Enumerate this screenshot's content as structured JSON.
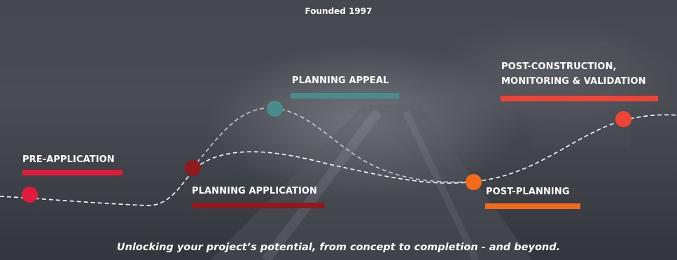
{
  "header": {
    "founded": "Founded 1997"
  },
  "stages": {
    "pre_application": {
      "label": "PRE-APPLICATION",
      "color": "#e01b3b"
    },
    "planning_application": {
      "label": "PLANNING APPLICATION",
      "color": "#8e1a1d"
    },
    "planning_appeal": {
      "label": "PLANNING APPEAL",
      "color": "#4a8c8c"
    },
    "post_planning": {
      "label": "POST-PLANNING",
      "color": "#f26a1b"
    },
    "post_construction": {
      "label_line1": "POST-CONSTRUCTION,",
      "label_line2": "MONITORING & VALIDATION",
      "color": "#ee4437"
    }
  },
  "footer": {
    "tagline": "Unlocking your project’s potential, from concept to completion - and beyond."
  }
}
